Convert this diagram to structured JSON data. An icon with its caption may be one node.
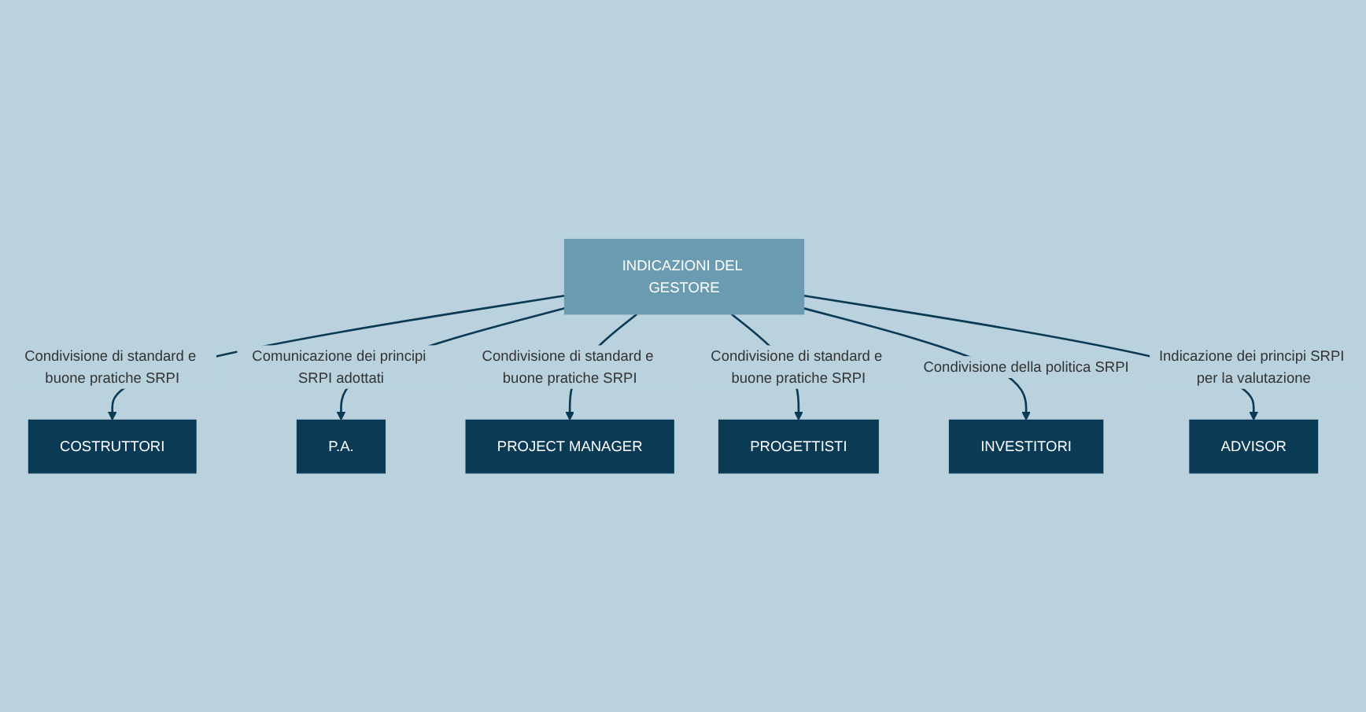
{
  "diagram": {
    "nodes": [
      {
        "text": [
          "COSTRUTTORI"
        ]
      },
      {
        "text": [
          "P.A."
        ]
      },
      {
        "text": [
          "PROJECT MANAGER"
        ]
      },
      {
        "text": [
          "INDICAZIONI DEL GESTORE"
        ]
      },
      {
        "text": [
          "PROGETTISTI"
        ]
      },
      {
        "text": [
          "INVESTITORI"
        ]
      },
      {
        "text": [
          "ADVISOR"
        ]
      }
    ],
    "edges": [
      {
        "from": 3,
        "to": 0,
        "arrow": "to",
        "label": "Condivisione di standard e buone pratiche SRPI"
      },
      {
        "from": 3,
        "to": 1,
        "arrow": "to",
        "label": "Comunicazione dei principi SRPI adottati"
      },
      {
        "from": 3,
        "to": 2,
        "arrow": "to",
        "label": "Condivisione di standard e buone pratiche SRPI"
      },
      {
        "from": 3,
        "to": 4,
        "arrow": "to",
        "label": "Condivisione di standard e buone pratiche SRPI"
      },
      {
        "from": 3,
        "to": 5,
        "arrow": "to",
        "label": "Condivisione della politica SRPI"
      },
      {
        "from": 3,
        "to": 6,
        "arrow": "to",
        "label": "Indicazione dei principi SRPI per la valutazione"
      }
    ]
  }
}
